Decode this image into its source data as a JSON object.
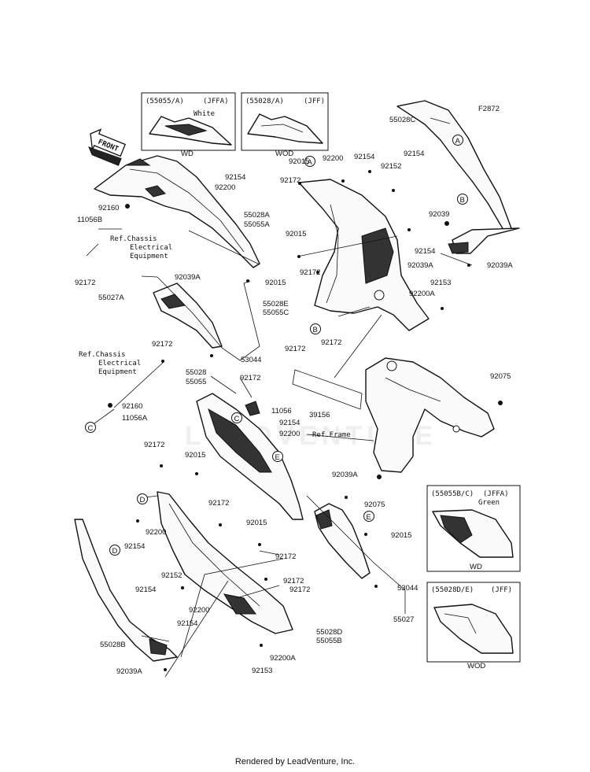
{
  "diagram": {
    "code": "F2872",
    "front_label": "FRONT",
    "watermark": "LEADVENTURE",
    "footer": "Rendered by LeadVenture, Inc.",
    "insets": [
      {
        "header_left": "(55055/A)",
        "header_right": "(JFFA)",
        "note": "White",
        "caption": "WD"
      },
      {
        "header_left": "(55028/A)",
        "header_right": "(JFF)",
        "note": "",
        "caption": "WOD"
      },
      {
        "header_left": "(55055B/C)",
        "header_right": "(JFFA)",
        "note": "Green",
        "caption": "WD"
      },
      {
        "header_left": "(55028D/E)",
        "header_right": "(JFF)",
        "note": "",
        "caption": "WOD"
      }
    ],
    "refs": [
      {
        "line1": "Ref.Chassis",
        "line2": "Electrical",
        "line3": "Equipment"
      },
      {
        "line1": "Ref.Chassis",
        "line2": "Electrical",
        "line3": "Equipment"
      },
      {
        "line1": "Ref.Frame",
        "line2": "",
        "line3": ""
      }
    ],
    "labels": [
      "55028C",
      "92015",
      "92200",
      "92154",
      "92154",
      "92152",
      "92154",
      "92200",
      "92172",
      "92160",
      "11056B",
      "92172",
      "55028A",
      "55055A",
      "92015",
      "92172",
      "92039",
      "92154",
      "92039A",
      "92039A",
      "92039A",
      "55027A",
      "92015",
      "55028E",
      "55055C",
      "92153",
      "92200A",
      "92172",
      "92172",
      "53044",
      "92172",
      "92160",
      "11056A",
      "55028",
      "55055",
      "92172",
      "11056",
      "92154",
      "92200",
      "39156",
      "92075",
      "92172",
      "92015",
      "92039A",
      "92075",
      "92172",
      "92015",
      "92200",
      "92154",
      "92154",
      "92152",
      "92154",
      "92200",
      "92172",
      "92172",
      "92172",
      "53044",
      "92015",
      "55027",
      "55028B",
      "92039A",
      "55028D",
      "55055B",
      "92200A",
      "92153"
    ],
    "callouts": [
      "A",
      "A",
      "B",
      "B",
      "C",
      "C",
      "D",
      "D",
      "E",
      "E"
    ]
  }
}
